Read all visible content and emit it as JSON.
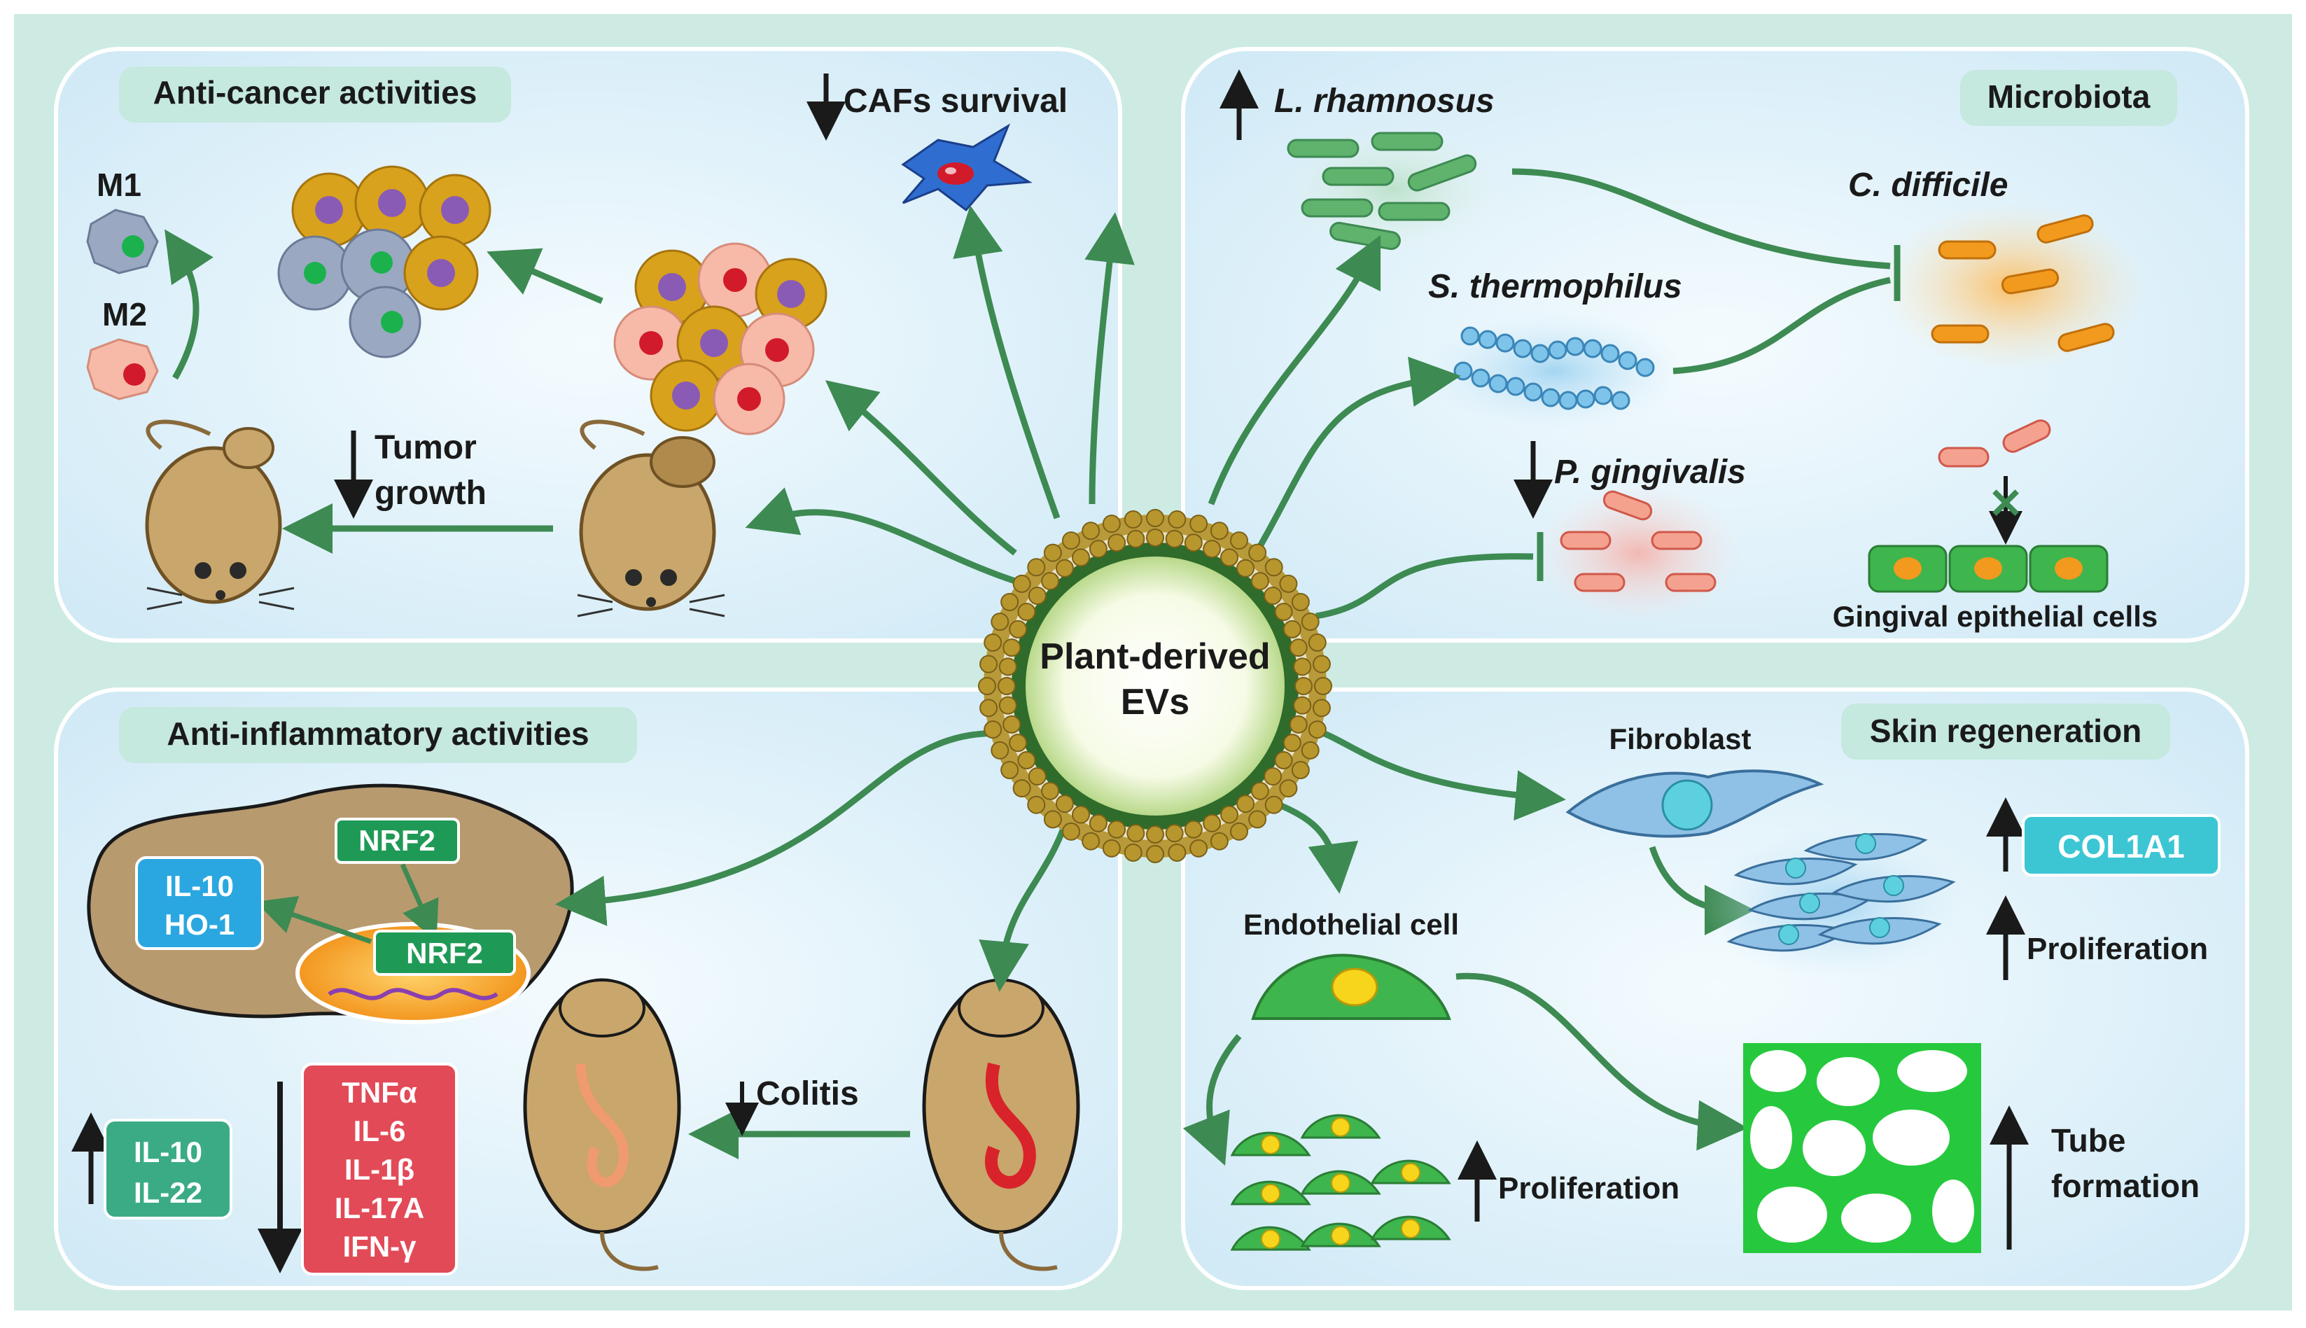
{
  "center": {
    "line1": "Plant-derived",
    "line2": "EVs"
  },
  "panels": {
    "anticancer": {
      "title": "Anti-cancer activities",
      "caf": "CAFs survival",
      "m1": "M1",
      "m2": "M2",
      "tumor_line1": "Tumor",
      "tumor_line2": "growth"
    },
    "microbiota": {
      "title": "Microbiota",
      "l_rhamnosus": "L. rhamnosus",
      "s_thermophilus": "S. thermophilus",
      "c_difficile": "C. difficile",
      "p_gingivalis": "P. gingivalis",
      "gingival": "Gingival epithelial cells"
    },
    "antiinflammatory": {
      "title": "Anti-inflammatory activities",
      "nrf2_top": "NRF2",
      "nrf2_nucleus": "NRF2",
      "il10": "IL-10",
      "ho1": "HO-1",
      "colitis": "Colitis",
      "up_cytokines": [
        "IL-10",
        "IL-22"
      ],
      "down_cytokines": [
        "TNFα",
        "IL-6",
        "IL-1β",
        "IL-17A",
        "IFN-γ"
      ]
    },
    "skin": {
      "title": "Skin regeneration",
      "fibroblast": "Fibroblast",
      "col1a1": "COL1A1",
      "proliferation_fib": "Proliferation",
      "endothelial": "Endothelial cell",
      "proliferation_endo": "Proliferation",
      "tube_line1": "Tube",
      "tube_line2": "formation"
    }
  },
  "colors": {
    "outer_bg": "#cdebe2",
    "panel_fill": "#dff1f9",
    "panel_stroke": "#ffffff",
    "title_box": "#c5e8df",
    "arrow_green": "#3d8a52",
    "membrane_olive": "#a08a2c",
    "blue_box": "#2aa7e0",
    "green_box": "#1f9a56",
    "teal_box": "#3bab86",
    "red_box": "#e24a57",
    "col1a1_box": "#3cc6d4",
    "mouse_body": "#c9a66b"
  },
  "icons": [
    "cell-cluster-icon",
    "macrophage-icon",
    "mouse-icon",
    "bacteria-icon",
    "fibroblast-icon",
    "endothelial-cell-icon",
    "vessel-network-icon",
    "ev-vesicle-icon"
  ]
}
